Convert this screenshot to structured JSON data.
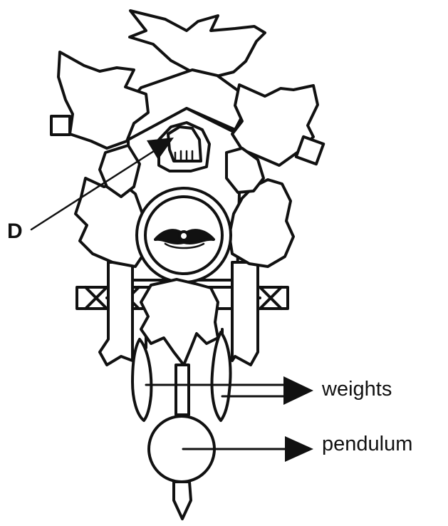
{
  "labels": {
    "d": "D",
    "weights": "weights",
    "pendulum": "pendulum"
  },
  "colors": {
    "ink": "#111111",
    "paper": "#ffffff"
  }
}
